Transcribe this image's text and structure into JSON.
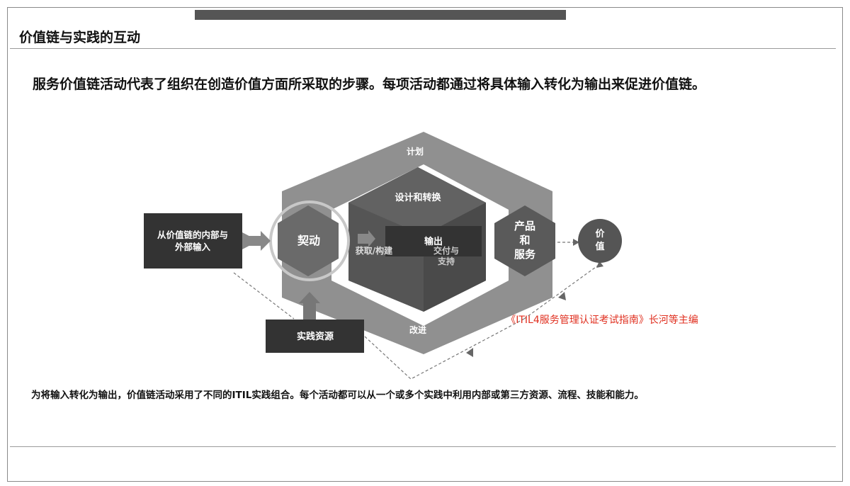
{
  "page": {
    "title": "价值链与实践的互动",
    "headline": "服务价值链活动代表了组织在创造价值方面所采取的步骤。每项活动都通过将具体输入转化为输出来促进价值链。",
    "footer": "为将输入转化为输出，价值链活动采用了不同的ITIL实践组合。每个活动都可以从一个或多个实践中利用内部或第三方资源、流程、技能和能力。",
    "citation": "《ITIL4服务管理认证考试指南》长河等主编"
  },
  "diagram": {
    "plan": "计划",
    "improve": "改进",
    "design_transition": "设计和转换",
    "engage": "契动",
    "obtain_build": "获取/构建",
    "deliver_support_line1": "交付与",
    "deliver_support_line2": "支持",
    "output": "输出",
    "input_line1": "从价值链的内部与",
    "input_line2": "外部输入",
    "practice_resources": "实践资源",
    "products_line1": "产品",
    "products_line2": "和",
    "products_line3": "服务",
    "value_line1": "价",
    "value_line2": "值"
  },
  "colors": {
    "outer_frame": "#909090",
    "cube_dark": "#4a4a4a",
    "cube_mid": "#5c5c5c",
    "hexagon": "#6e6e6e",
    "label_box": "#3a3a3a",
    "citation": "#e03020"
  }
}
